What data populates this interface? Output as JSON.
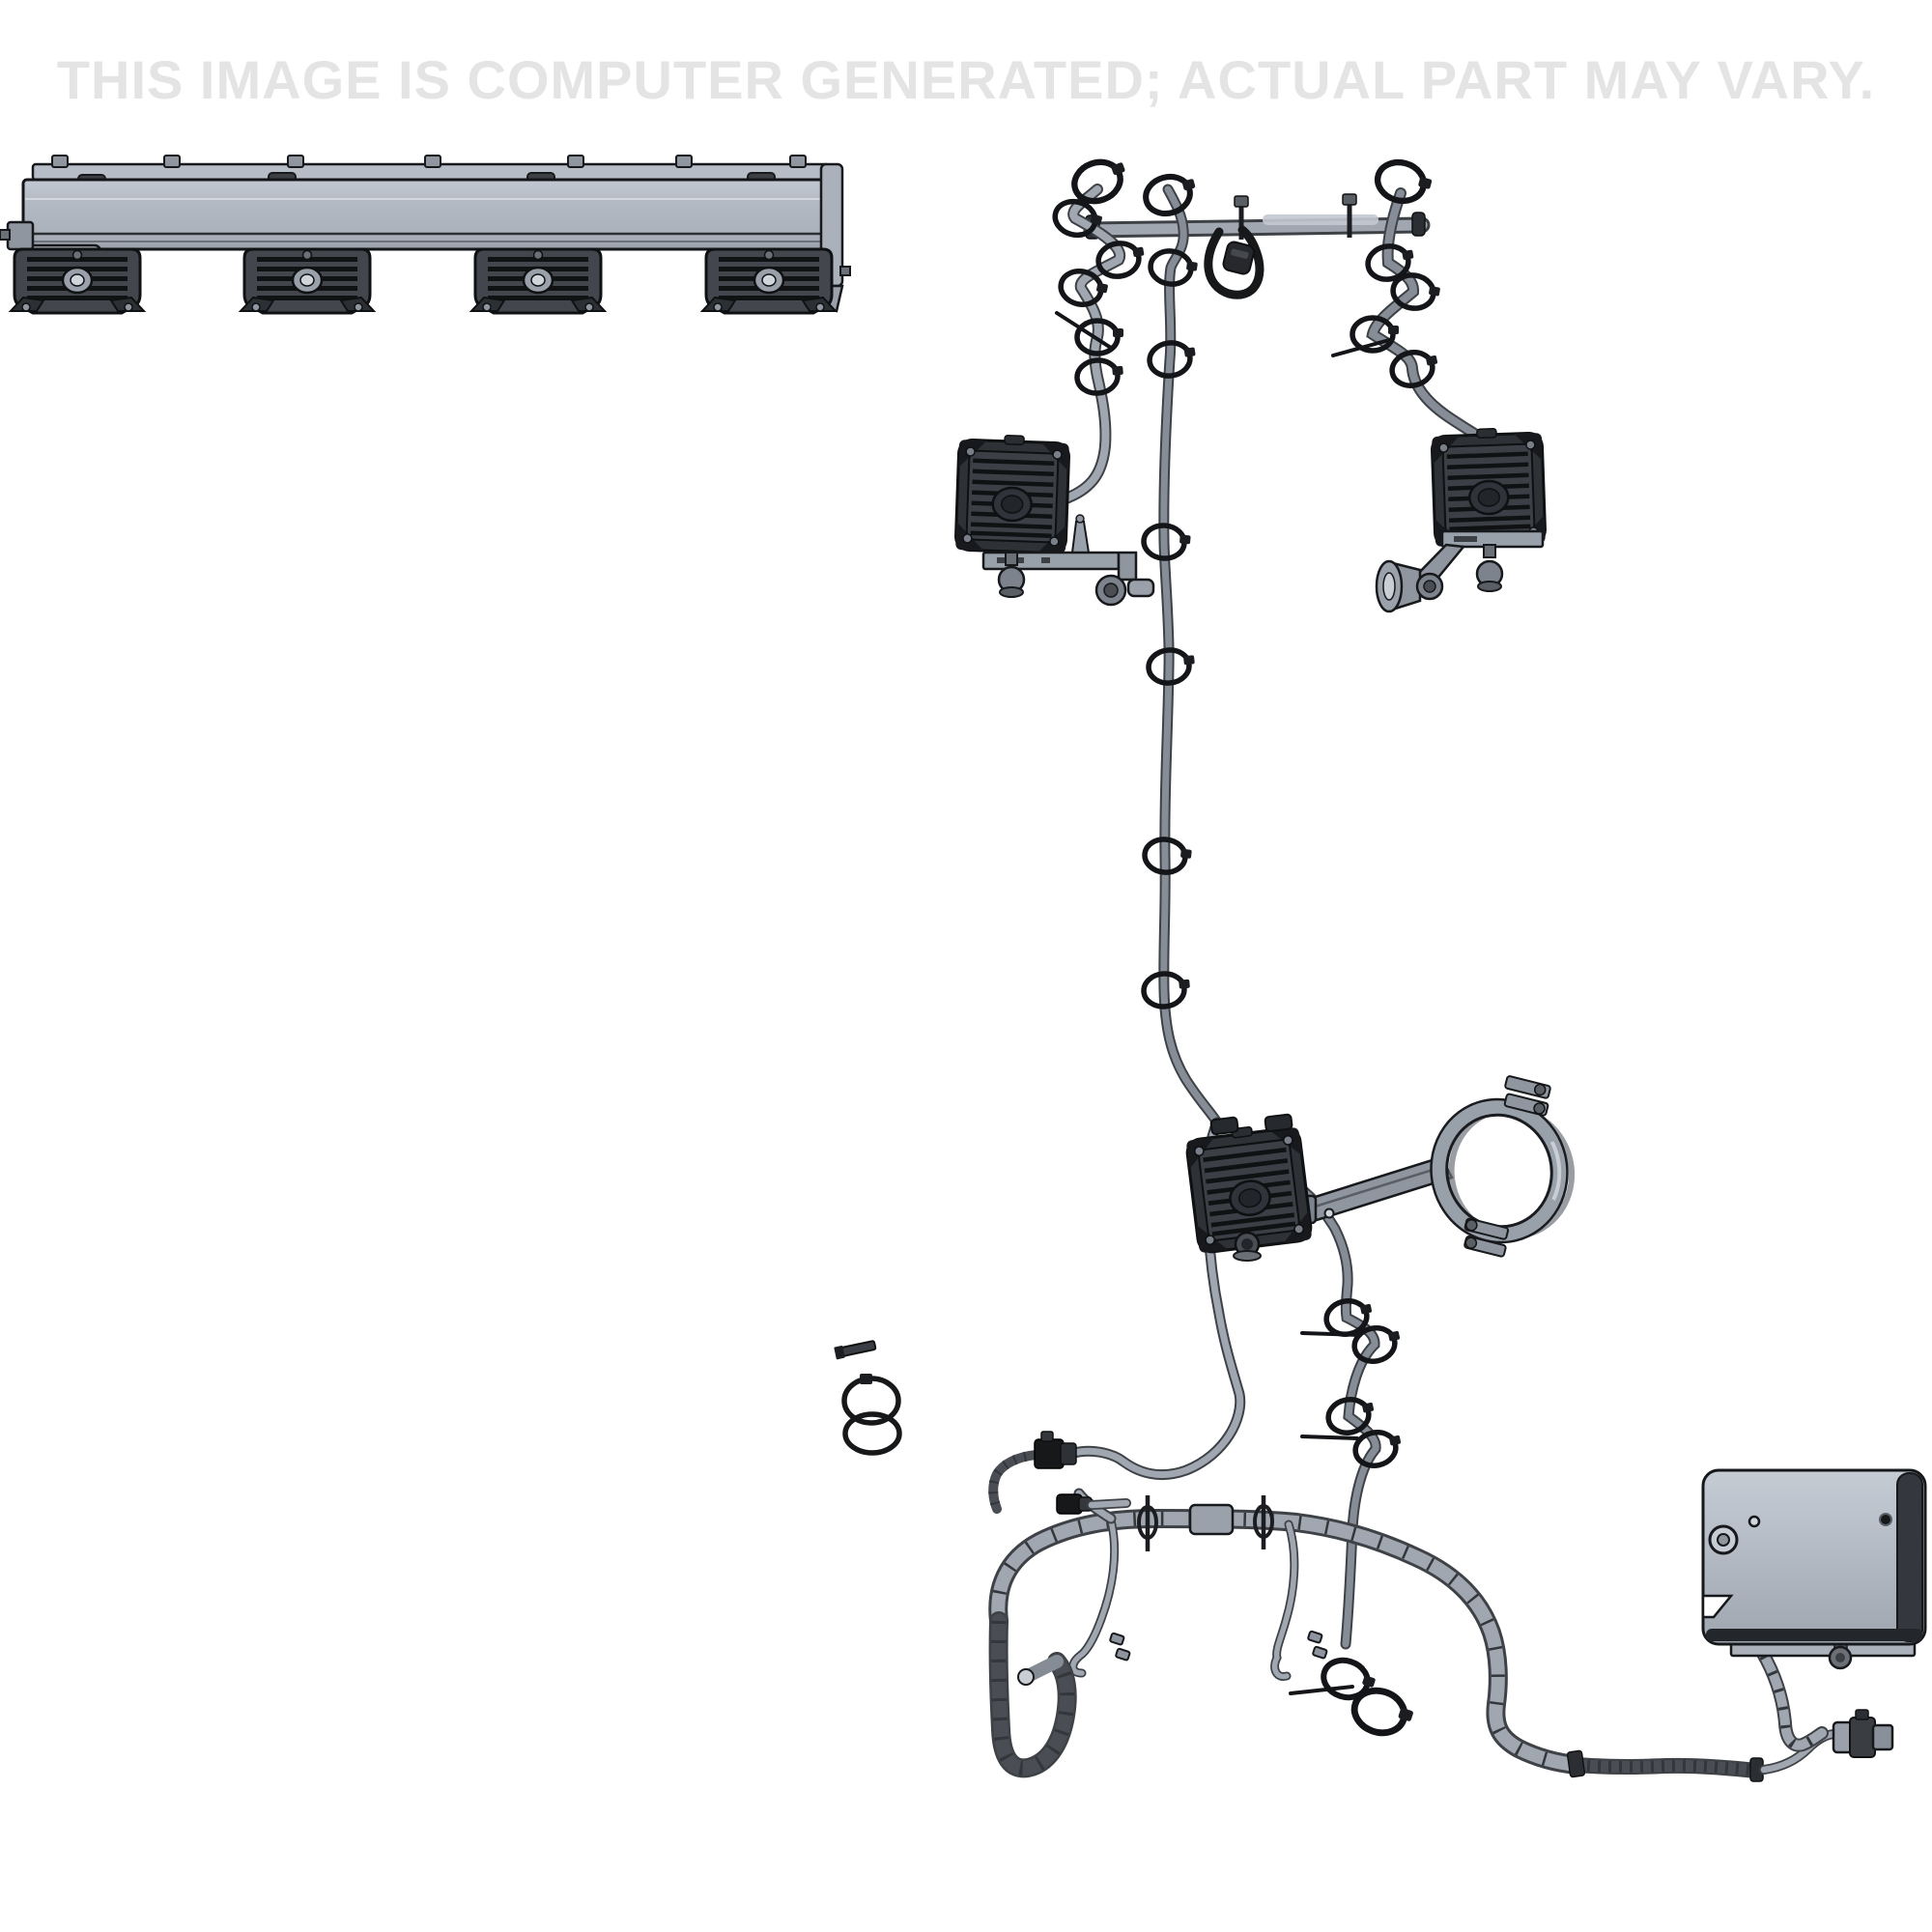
{
  "watermark": {
    "text": "THIS IMAGE IS COMPUTER GENERATED; ACTUAL PART MAY VARY."
  },
  "parts": {
    "illustration": "CAD parts illustration of LED light bar and wiring harness kit",
    "light_bar_assembly": "Four-lamp LED light bar assembly (rear view)",
    "lamp_module": "LED lamp module rear housing with cooling fins",
    "harness": "Wiring harness with cable-tie loops",
    "mounting_tube": "Harness mounting tube with stand-off bolts",
    "strap_clip": "Rubber strap clip hanging from mounting tube",
    "work_light_left": "LED work light with L-bracket and bolt mount (left)",
    "work_light_right": "LED work light with round flange mount (right)",
    "clamp_work_light": "LED work light on extension arm",
    "pole_clamp": "Pole band clamp with bolt flanges",
    "harness_trunk": "Main harness trunk with branch leads and connectors",
    "inline_connector_upper": "Inline harness connector (upper)",
    "inline_connector_lower": "Inline harness connector (lower)",
    "corrugated_loom": "Corrugated split-loom tubing loop",
    "control_box": "Control module box with mounting plate and bolt",
    "end_connector": "Harness end connector plug",
    "braided_lead": "Braided harness lead to connector",
    "loose_parts": "Loose screw and spare cable-tie loops",
    "zip_tie_loop": "Cable-tie loop",
    "ring_terminal_lead": "Branch lead with ring terminal"
  },
  "colors": {
    "background": "#ffffff",
    "watermark_text": "#e4e4e4",
    "part_gray": "#b2b9c3",
    "part_gray_light": "#cdd2d9",
    "part_gray_dark": "#8f969f",
    "cable_gray": "#a0a7b0",
    "loom_dark": "#4a4e54",
    "black_part": "#1b1d20",
    "outline": "#17191c"
  }
}
